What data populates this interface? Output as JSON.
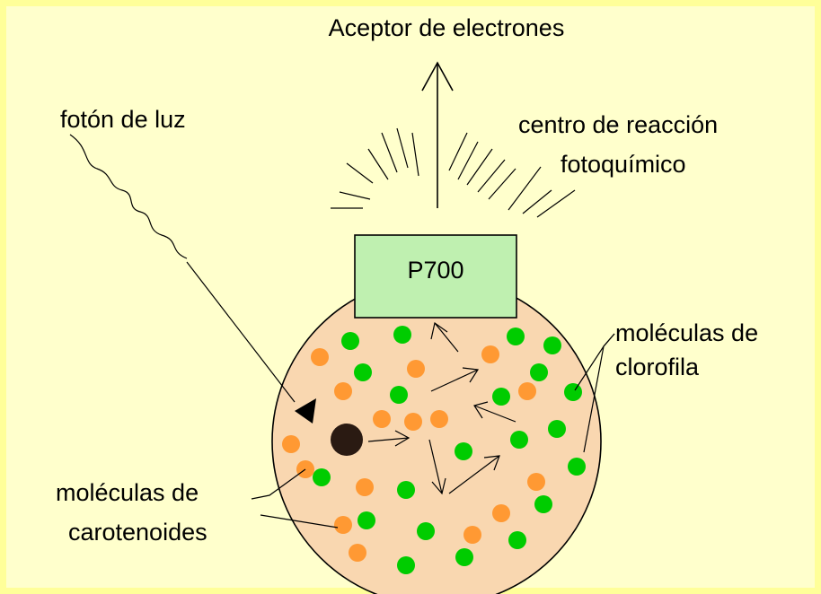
{
  "labels": {
    "acceptor": "Aceptor de electrones",
    "photon": "fotón de luz",
    "reaction_center_line1": "centro de reacción",
    "reaction_center_line2": "fotoquímico",
    "p700": "P700",
    "chlorophyll_line1": "moléculas de",
    "chlorophyll_line2": "clorofila",
    "carotenoid_line1": "moléculas de",
    "carotenoid_line2": "carotenoides"
  },
  "colors": {
    "background": "#ffffcc",
    "frame": "#ffff99",
    "sphere": "#f9d7b0",
    "reaction_box": "#bff0b0",
    "chlorophyll": "#00cc00",
    "carotenoid": "#ff9933",
    "core_molecule": "#2a1a12"
  }
}
